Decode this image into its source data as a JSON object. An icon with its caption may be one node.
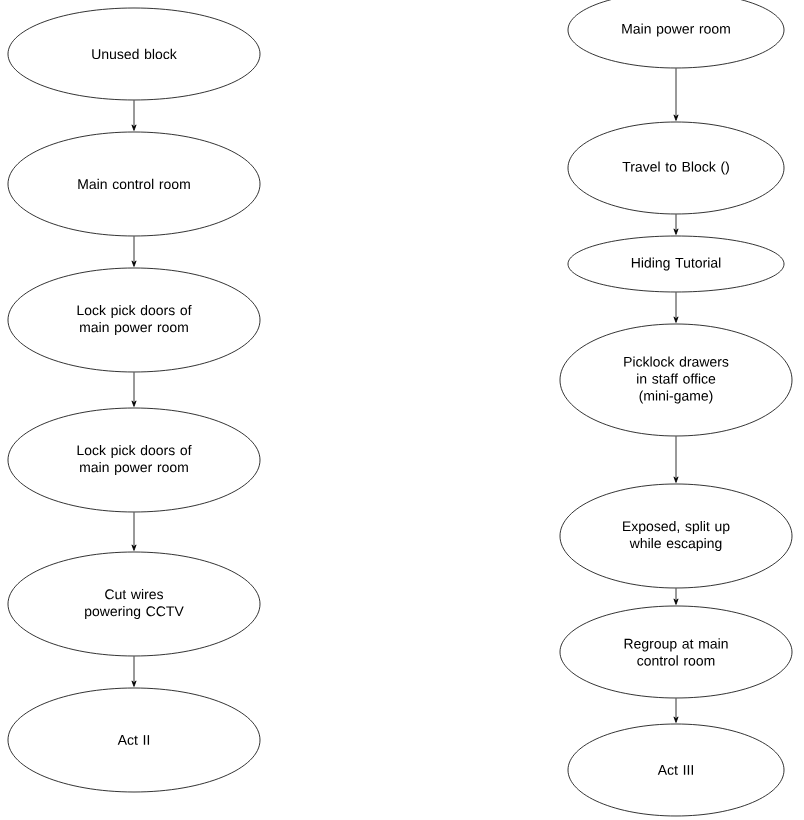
{
  "diagram": {
    "nodes": [
      {
        "text": [
          "Unused block"
        ]
      },
      {
        "text": [
          "Main control room"
        ]
      },
      {
        "text": [
          "Lock pick doors of main power room"
        ]
      },
      {
        "text": [
          "Lock pick doors of main power room"
        ]
      },
      {
        "text": [
          "Cut wires powering CCTV"
        ]
      },
      {
        "text": [
          "Act II"
        ]
      },
      {
        "text": [
          "Main power room"
        ]
      },
      {
        "text": [
          "Travel to Block ()"
        ]
      },
      {
        "text": [
          "Hiding Tutorial"
        ]
      },
      {
        "text": [
          "Picklock drawers in staff office (mini-game)"
        ]
      },
      {
        "text": [
          "Exposed, split up while escaping"
        ]
      },
      {
        "text": [
          "Regroup at main control room"
        ]
      },
      {
        "text": [
          "Act III"
        ]
      }
    ],
    "edges": [
      {
        "from": 0,
        "to": 1,
        "arrow": "to"
      },
      {
        "from": 1,
        "to": 2,
        "arrow": "to"
      },
      {
        "from": 2,
        "to": 3,
        "arrow": "to"
      },
      {
        "from": 3,
        "to": 4,
        "arrow": "to"
      },
      {
        "from": 4,
        "to": 5,
        "arrow": "to"
      },
      {
        "from": 6,
        "to": 7,
        "arrow": "to"
      },
      {
        "from": 7,
        "to": 8,
        "arrow": "to"
      },
      {
        "from": 8,
        "to": 9,
        "arrow": "to"
      },
      {
        "from": 9,
        "to": 10,
        "arrow": "to"
      },
      {
        "from": 10,
        "to": 11,
        "arrow": "to"
      },
      {
        "from": 11,
        "to": 12,
        "arrow": "to"
      }
    ]
  }
}
